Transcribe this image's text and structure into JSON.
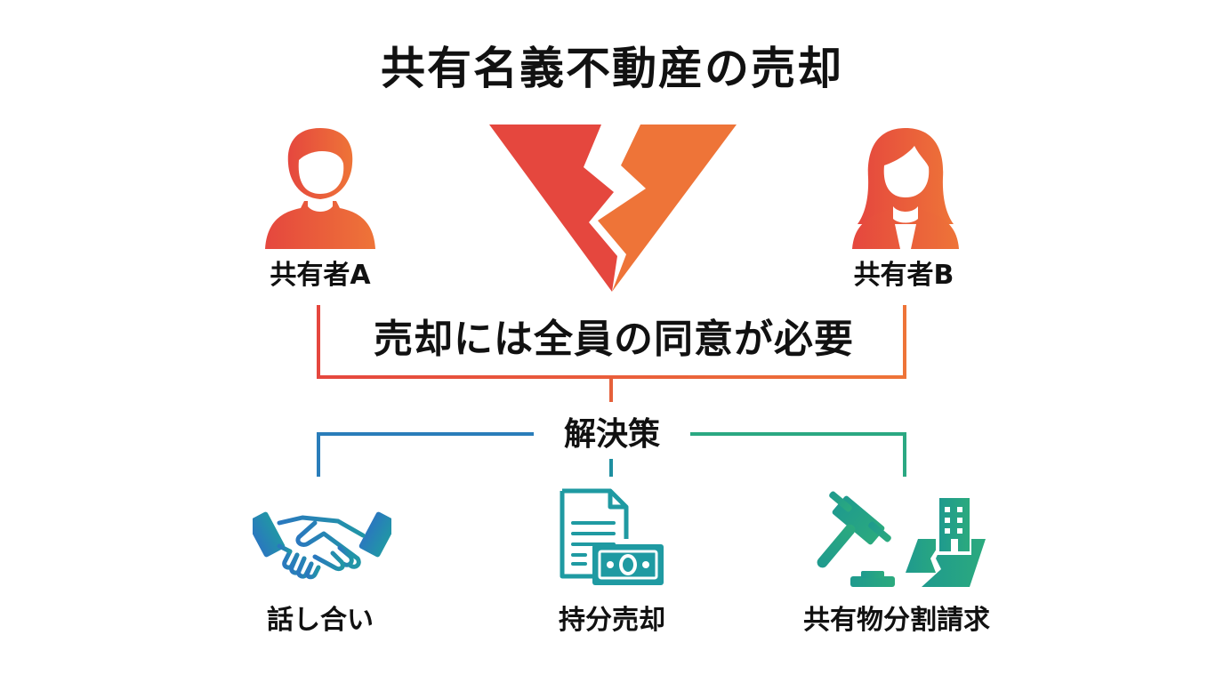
{
  "title": "共有名義不動産の売却",
  "owners": [
    {
      "label": "共有者A",
      "icon": "male-person-icon"
    },
    {
      "label": "共有者B",
      "icon": "female-person-icon"
    }
  ],
  "center_icon": "broken-heart-icon",
  "requirement": "売却には全員の同意が必要",
  "solutions_heading": "解決策",
  "solutions": [
    {
      "label": "話し合い",
      "icon": "handshake-icon"
    },
    {
      "label": "持分売却",
      "icon": "document-money-icon"
    },
    {
      "label": "共有物分割請求",
      "icon": "gavel-building-icon"
    }
  ],
  "colors": {
    "red": "#E5473E",
    "orange": "#EE7438",
    "blue": "#2A7DBA",
    "teal": "#1E9A9A",
    "green": "#2BA882",
    "text": "#111111"
  }
}
